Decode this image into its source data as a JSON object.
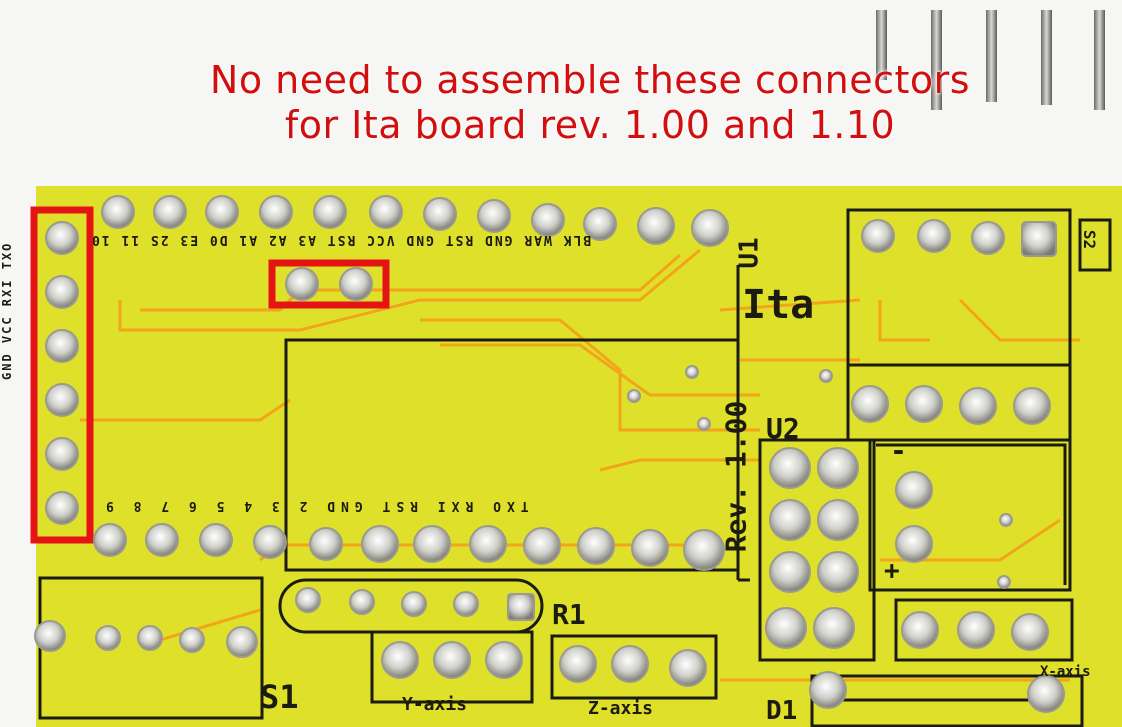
{
  "caption": {
    "line1": "No need to assemble these connectors",
    "line2": "for Ita board rev. 1.00 and 1.10"
  },
  "colors": {
    "caption": "#d20f0f",
    "highlight": "#e41414",
    "board": "#dfe02a",
    "traces": "#f2a51b",
    "silkscreen": "#1b1b10",
    "pads": "#c9c9c4"
  },
  "silkscreen": {
    "top_pins": "BLK WAR GND RST GND VCC RST A3 A2 A1 D0 E3 2S 11 10",
    "side_pins": "GND VCC RXI TXO",
    "bottom_pins": "TXO RXI RST GND 2 3 4 5 6 7 8 9",
    "u1": "U1",
    "board_name": "Ita",
    "rev": "Rev. 1.00",
    "u2": "U2",
    "r1": "R1",
    "s1": "S1",
    "s2": "S2",
    "d1": "D1",
    "y_axis": "Y-axis",
    "z_axis": "Z-axis",
    "x_axis": "X-axis",
    "minus": "-",
    "plus": "+"
  }
}
